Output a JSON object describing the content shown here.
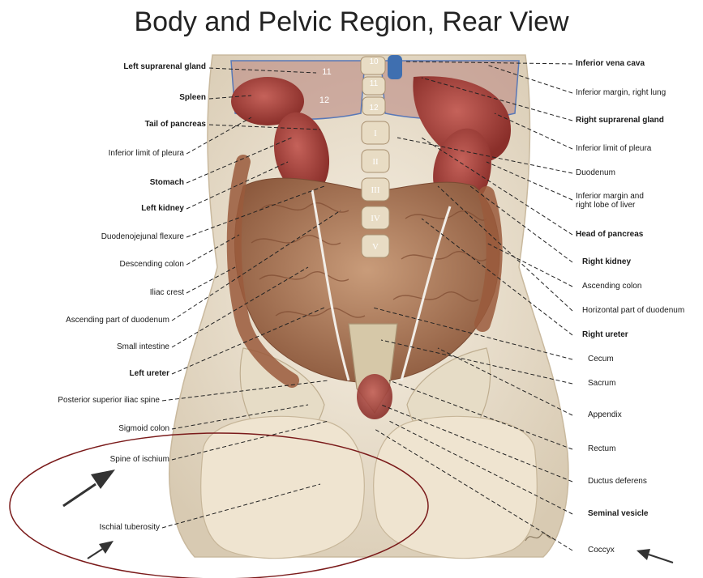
{
  "title": "Body and Pelvic Region, Rear View",
  "left_labels": [
    {
      "text": "Left suprarenal gland",
      "bold": true
    },
    {
      "text": "Spleen",
      "bold": true
    },
    {
      "text": "Tail of pancreas",
      "bold": true
    },
    {
      "text": "Inferior limit of pleura",
      "bold": false
    },
    {
      "text": "Stomach",
      "bold": true
    },
    {
      "text": "Left kidney",
      "bold": true
    },
    {
      "text": "Duodenojejunal flexure",
      "bold": false
    },
    {
      "text": "Descending colon",
      "bold": false
    },
    {
      "text": "Iliac crest",
      "bold": false
    },
    {
      "text": "Ascending part of duodenum",
      "bold": false
    },
    {
      "text": "Small intestine",
      "bold": false
    },
    {
      "text": "Left ureter",
      "bold": true
    },
    {
      "text": "Posterior superior iliac spine",
      "bold": false
    },
    {
      "text": "Sigmoid colon",
      "bold": false
    },
    {
      "text": "Spine of ischium",
      "bold": false
    },
    {
      "text": "Ischial tuberosity",
      "bold": false
    }
  ],
  "right_labels": [
    {
      "text": "Inferior vena cava",
      "bold": true
    },
    {
      "text": "Inferior margin, right lung",
      "bold": false
    },
    {
      "text": "Right suprarenal gland",
      "bold": true
    },
    {
      "text": "Inferior limit of pleura",
      "bold": false
    },
    {
      "text": "Duodenum",
      "bold": false
    },
    {
      "text": "Inferior margin and",
      "line2": "right lobe of liver",
      "bold": false
    },
    {
      "text": "Head of pancreas",
      "bold": true
    },
    {
      "text": "Right kidney",
      "bold": true
    },
    {
      "text": "Ascending colon",
      "bold": false
    },
    {
      "text": "Horizontal part of duodenum",
      "bold": false
    },
    {
      "text": "Right ureter",
      "bold": true
    },
    {
      "text": "Cecum",
      "bold": false
    },
    {
      "text": "Sacrum",
      "bold": false
    },
    {
      "text": "Appendix",
      "bold": false
    },
    {
      "text": "Rectum",
      "bold": false
    },
    {
      "text": "Ductus deferens",
      "bold": false
    },
    {
      "text": "Seminal vesicle",
      "bold": true
    },
    {
      "text": "Coccyx",
      "bold": false
    }
  ],
  "vertebra_numbers": [
    "10",
    "11",
    "12",
    "11",
    "12"
  ],
  "lumbar_numerals": [
    "I",
    "II",
    "III",
    "IV",
    "V"
  ],
  "colors": {
    "skin": "#efe6d6",
    "organ_red": "#a8413a",
    "intestine": "#b07a5a",
    "bone": "#e6dcc6",
    "lung_outline": "#5878b8",
    "annotation": "#7a1a1a",
    "vena_cava": "#3f6fb0"
  }
}
